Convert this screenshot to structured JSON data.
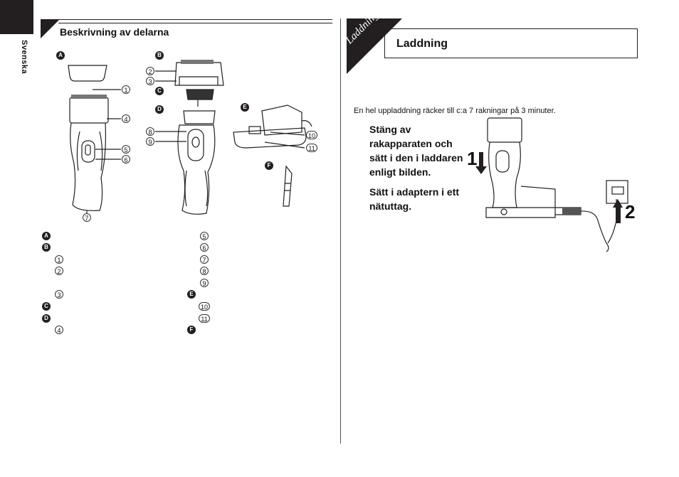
{
  "sidebar": {
    "language": "Svenska"
  },
  "left_section": {
    "title": "Beskrivning av delarna",
    "figure_labels": {
      "a": "A",
      "b": "B",
      "c": "C",
      "d": "D",
      "e": "E",
      "f": "F"
    },
    "callouts": [
      "1",
      "2",
      "3",
      "4",
      "5",
      "6",
      "7",
      "8",
      "9",
      "10",
      "11"
    ],
    "legend_left": [
      {
        "kind": "badge",
        "text": "A"
      },
      {
        "kind": "badge",
        "text": "B"
      },
      {
        "kind": "num",
        "text": "1"
      },
      {
        "kind": "num",
        "text": "2"
      },
      {
        "kind": "num",
        "text": "3"
      },
      {
        "kind": "badge",
        "text": "C"
      },
      {
        "kind": "badge",
        "text": "D"
      },
      {
        "kind": "num",
        "text": "4"
      }
    ],
    "legend_right": [
      {
        "kind": "num",
        "text": "5"
      },
      {
        "kind": "num",
        "text": "6"
      },
      {
        "kind": "num",
        "text": "7"
      },
      {
        "kind": "num",
        "text": "8"
      },
      {
        "kind": "num",
        "text": "9"
      },
      {
        "kind": "badge",
        "text": "E"
      },
      {
        "kind": "num",
        "text": "10"
      },
      {
        "kind": "num",
        "text": "11"
      },
      {
        "kind": "badge",
        "text": "F"
      }
    ]
  },
  "right_section": {
    "corner_tab": "Laddning",
    "title": "Laddning",
    "intro": "En hel uppladdning räcker till c:a 7 rakningar på 3 minuter.",
    "step1": "Stäng av rakapparaten och sätt i den i laddaren enligt bilden.",
    "step2": "Sätt i adaptern i ett nätuttag.",
    "diagram_step1": "1",
    "diagram_step2": "2"
  }
}
